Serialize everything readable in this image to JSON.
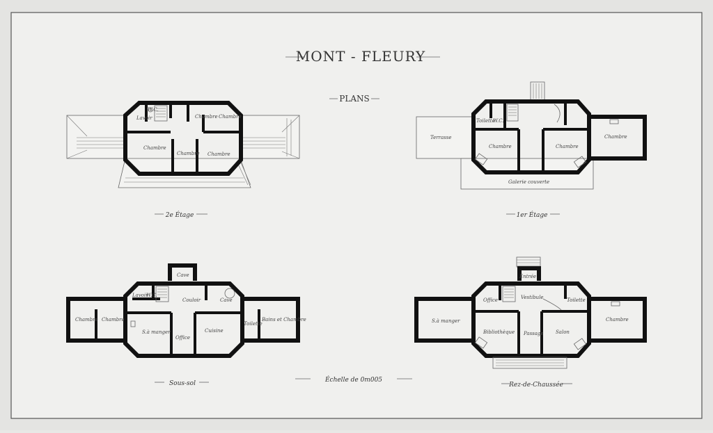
{
  "title": "MONT - FLEURY",
  "subtitle": "PLANS",
  "scale_label": "Échelle de 0m005",
  "plans": {
    "second_floor": {
      "caption": "2e Étage",
      "rooms": [
        "Lavoir",
        "W.C.",
        "Chambre",
        "Chambre",
        "Chambre",
        "Chambre",
        "Chambre"
      ]
    },
    "first_floor": {
      "caption": "1er Étage",
      "rooms": [
        "Terrasse",
        "Toilette",
        "W.C.",
        "Chambre",
        "Chambre",
        "Chambre",
        "Galerie couverte"
      ]
    },
    "basement": {
      "caption": "Sous-sol",
      "rooms": [
        "Cave",
        "Lavoir",
        "W.C.",
        "Couloir",
        "Cave",
        "Chambre",
        "Chambre",
        "S.à manger",
        "Office",
        "Cuisine",
        "Toilette",
        "Bains et Chambre"
      ]
    },
    "ground_floor": {
      "caption": "Rez-de-Chaussée",
      "rooms": [
        "Entrée",
        "Office",
        "Vestibule",
        "Toilette",
        "S.à manger",
        "Bibliothèque",
        "Passage",
        "Salon",
        "Chambre"
      ]
    }
  }
}
